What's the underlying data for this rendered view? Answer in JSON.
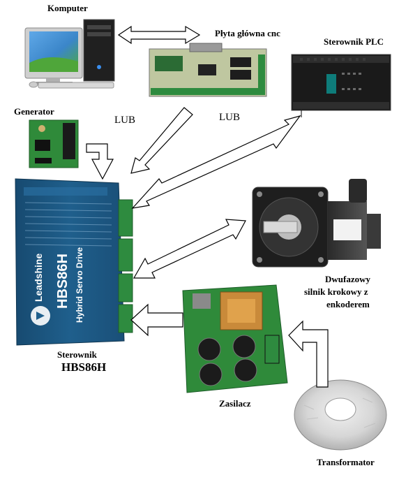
{
  "labels": {
    "komputer": "Komputer",
    "plyta": "Płyta główna cnc",
    "plc": "Sterownik PLC",
    "generator": "Generator",
    "lub1": "LUB",
    "lub2": "LUB",
    "sterownik": "Sterownik",
    "model": "HBS86H",
    "silnik": [
      "Dwufazowy",
      "silnik krokowy z",
      "enkoderem"
    ],
    "zasilacz": "Zasilacz",
    "transformator": "Transformator"
  },
  "driver": {
    "brand": "Leadshine",
    "model": "HBS86H",
    "subtitle": "Hybrid Servo Drive"
  },
  "colors": {
    "driver_blue": "#1f5f8c",
    "pcb_green": "#2f8a3a",
    "plc_black": "#1a1a1a",
    "terminal_green": "#2e8b3f"
  }
}
